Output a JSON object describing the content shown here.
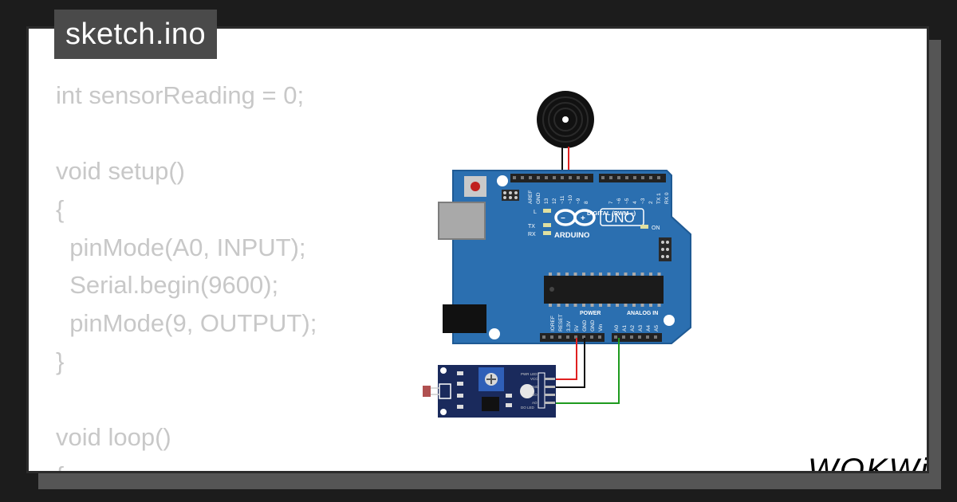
{
  "file_tab": {
    "label": "sketch.ino"
  },
  "code": {
    "lines": [
      "int sensorReading = 0;",
      "",
      "void setup()",
      "{",
      "  pinMode(A0, INPUT);",
      "  Serial.begin(9600);",
      "  pinMode(9, OUTPUT);",
      "}",
      "",
      "void loop()",
      "{"
    ]
  },
  "board": {
    "brand": "ARDUINO",
    "model": "UNO",
    "digital_header": "DIGITAL (PWM ~)",
    "power_header": "POWER",
    "analog_header": "ANALOG IN",
    "on_label": "ON",
    "l_label": "L",
    "tx_label": "TX",
    "rx_label": "RX",
    "top_pins": [
      "AREF",
      "GND",
      "13",
      "12",
      "~11",
      "~10",
      "~9",
      "8",
      "7",
      "~6",
      "~5",
      "4",
      "~3",
      "2",
      "TX 1",
      "RX 0"
    ],
    "power_pins": [
      "IOREF",
      "RESET",
      "3.3V",
      "5V",
      "GND",
      "GND",
      "Vin"
    ],
    "analog_pins": [
      "A0",
      "A1",
      "A2",
      "A3",
      "A4",
      "A5"
    ]
  },
  "sensor_module": {
    "pin_labels": [
      "VCC",
      "GND",
      "DO",
      "AO"
    ],
    "pwr_led": "PWR LED",
    "do_led": "DO LED"
  },
  "wires": {
    "vcc_color": "#e02020",
    "gnd_color": "#111111",
    "signal_color": "#1e9a1e"
  },
  "brand_logo": {
    "text": "WOKWi"
  }
}
